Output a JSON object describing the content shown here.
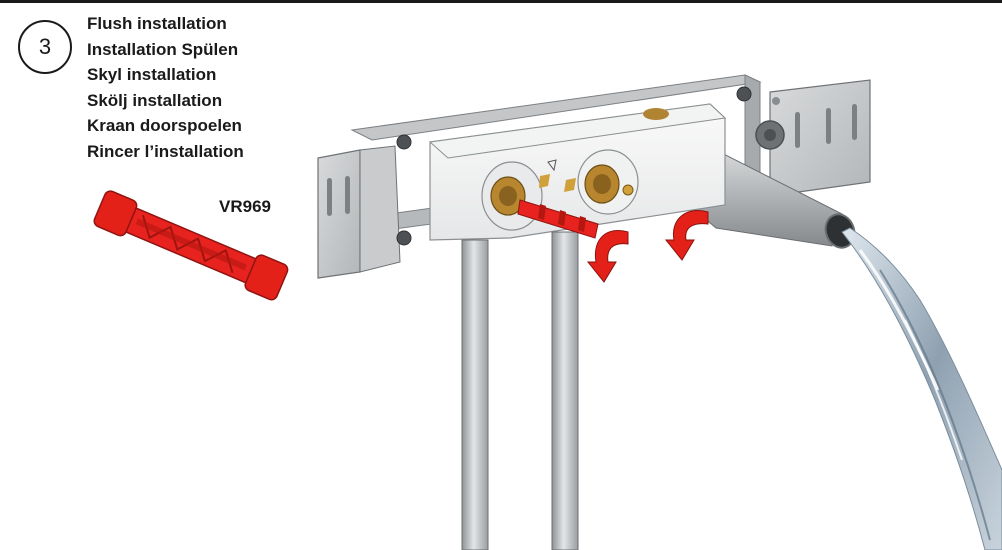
{
  "step": {
    "number": "3"
  },
  "captions": [
    "Flush installation",
    "Installation Spülen",
    "Skyl installation",
    "Skölj installation",
    "Kraan doorspoelen",
    "Rincer l’installation"
  ],
  "tool": {
    "code": "VR969",
    "color": "#e8221e"
  },
  "colors": {
    "arrow": "#e32119",
    "pipe": "#b9bcbe",
    "frame": "#c9cbcd",
    "brass": "#b8862f"
  }
}
